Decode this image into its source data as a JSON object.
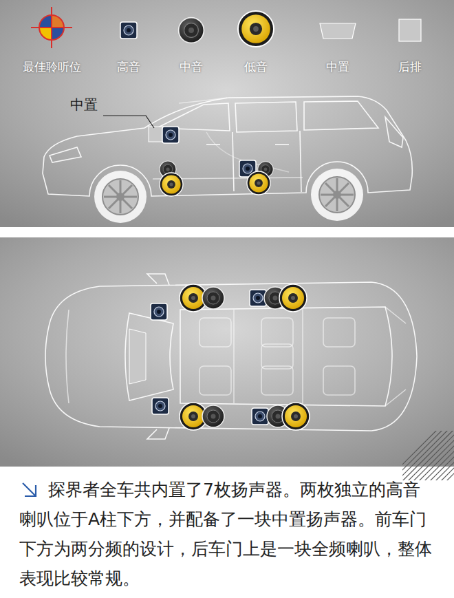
{
  "diagram": {
    "caption": "探界者全车共内置了7枚扬声器。两枚独立的高音喇叭位于A柱下方，并配备了一块中置扬声器。前车门下方为两分频的设计，后车门上是一块全频喇叭，整体表现比较常规。",
    "labels": [
      "中置"
    ],
    "legend": [
      {
        "text": "最佳聆听位"
      },
      {
        "text": "高音"
      },
      {
        "text": "中音"
      },
      {
        "text": "低音"
      },
      {
        "text": "中置"
      },
      {
        "text": "后排"
      }
    ]
  }
}
